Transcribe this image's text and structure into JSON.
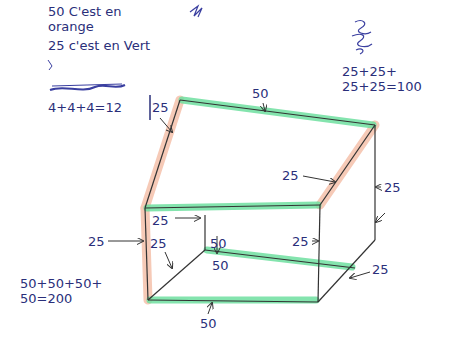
{
  "diagram": {
    "labels": [
      "50 C'est en orange",
      "25 c'est en Vert",
      "4+4+4=12",
      "25",
      "50",
      "25+25+ 25+25=100",
      "25",
      "25",
      "25",
      "25",
      "25",
      "50",
      "25",
      "25",
      "50+50+50+ 50=200",
      "50",
      "50"
    ]
  }
}
